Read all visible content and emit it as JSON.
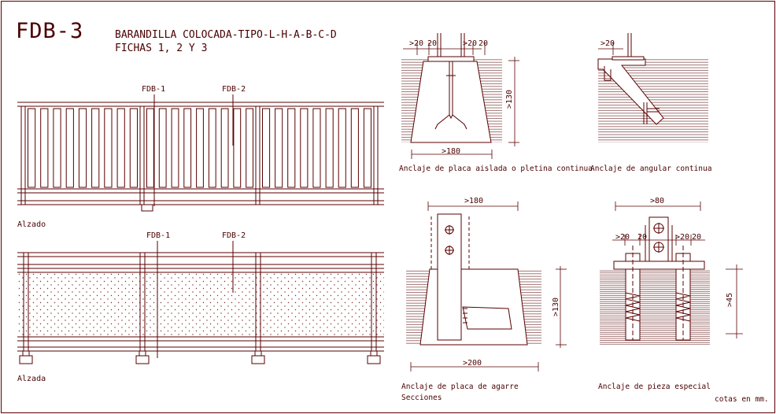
{
  "sheet_code": "FDB-3",
  "title_line1": "BARANDILLA COLOCADA-TIPO-L-H-A-B-C-D",
  "title_line2": "FICHAS 1, 2 Y 3",
  "elevation": {
    "callout_a": "FDB-1",
    "callout_b": "FDB-2",
    "view_label": "Alzado"
  },
  "plan": {
    "callout_a": "FDB-1",
    "callout_b": "FDB-2",
    "view_label": "Alzada"
  },
  "details": {
    "plate": {
      "caption": "Anclaje de placa aislada o pletina continua",
      "dim_top_a": ">20",
      "dim_top_b": "20",
      "dim_top_c": ">20",
      "dim_top_d": "20",
      "dim_height": ">130",
      "dim_width": ">180"
    },
    "angle": {
      "caption": "Anclaje de angular continua",
      "dim_top": ">20"
    },
    "grip": {
      "caption_line1": "Anclaje de placa de agarre",
      "caption_line2": "Secciones",
      "dim_top": ">180",
      "dim_height": ">130",
      "dim_bottom": ">200"
    },
    "special": {
      "caption": "Anclaje de pieza especial",
      "dim_top": ">80",
      "dim_a": ">20",
      "dim_b": "20",
      "dim_c": ">20",
      "dim_d": "20",
      "dim_height": ">45"
    }
  },
  "units_note": "cotas en mm.",
  "colors": {
    "line": "#5a0000",
    "text": "#4a0000",
    "background": "#ffffff"
  }
}
